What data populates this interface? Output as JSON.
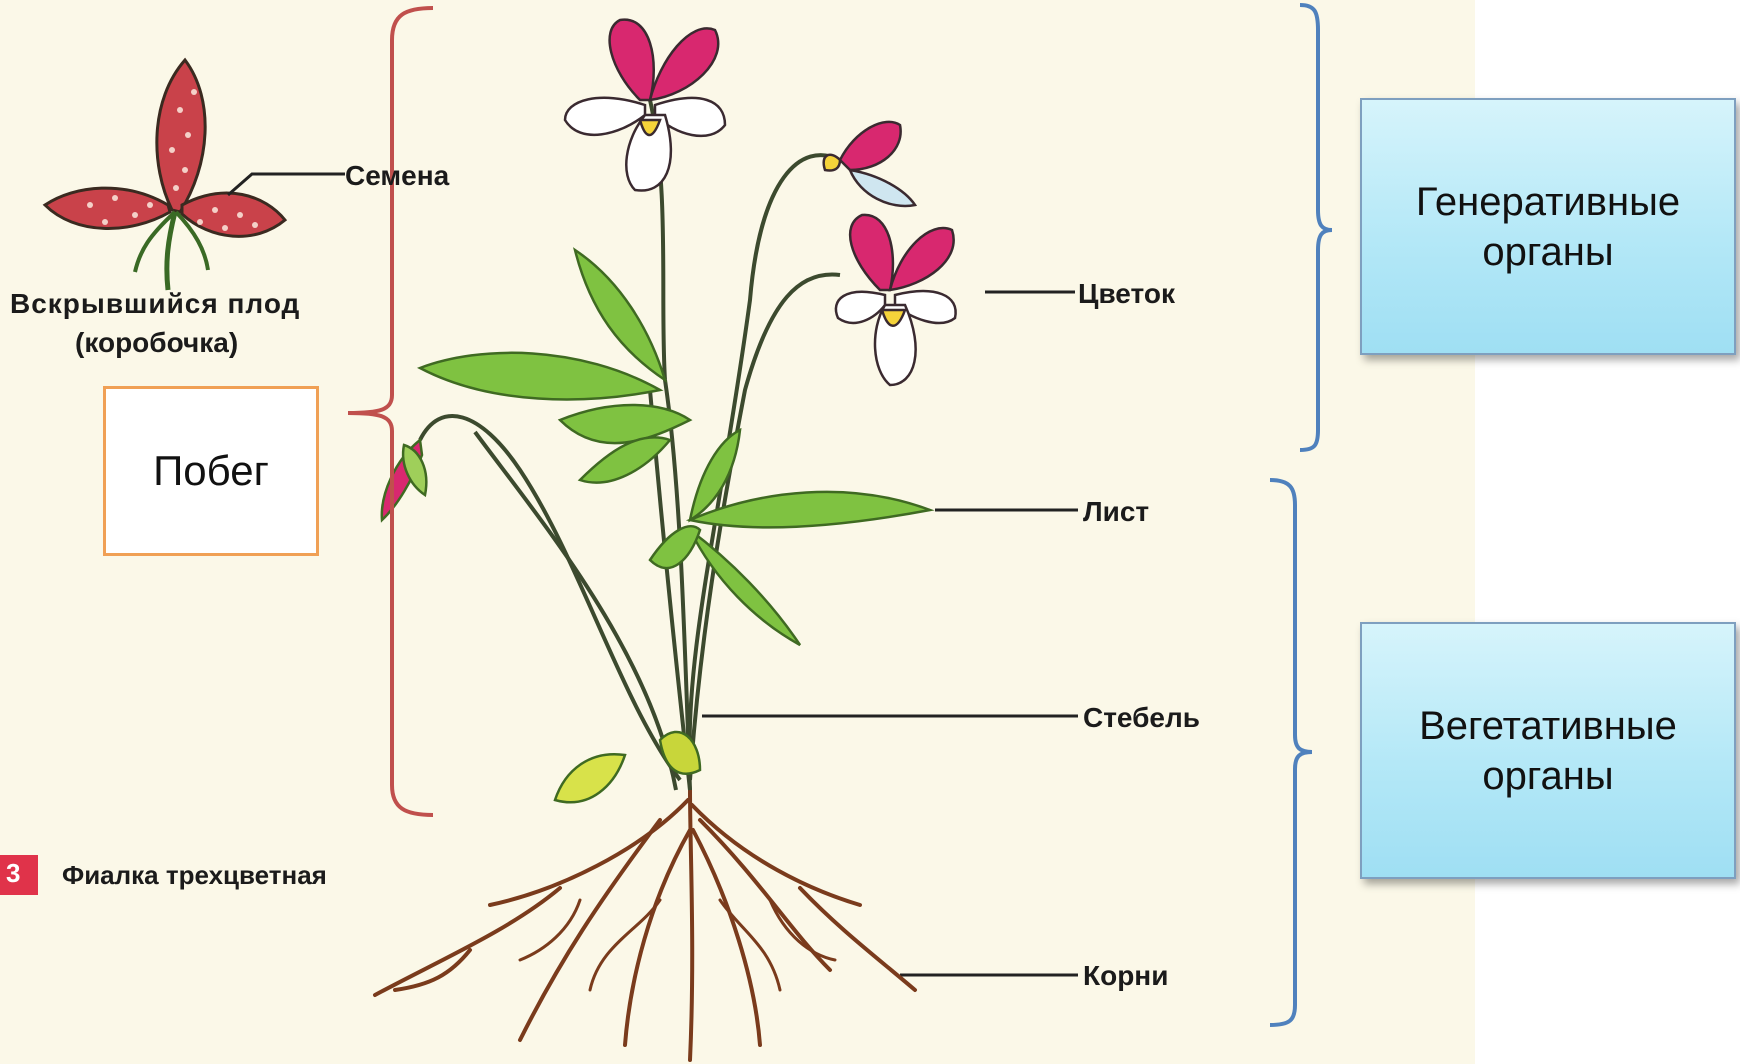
{
  "labels": {
    "seeds": "Семена",
    "fruit_line1": "Вскрывшийся плод",
    "fruit_line2": "(коробочка)",
    "flower": "Цветок",
    "leaf": "Лист",
    "stem": "Стебель",
    "roots": "Корни",
    "figure_number": "3",
    "caption": "Фиалка трехцветная"
  },
  "boxes": {
    "shoot": "Побег",
    "generative_line1": "Генеративные",
    "generative_line2": "органы",
    "vegetative_line1": "Вегетативные",
    "vegetative_line2": "органы"
  },
  "colors": {
    "page_background": "#fbf8e8",
    "shoot_bracket": "#c0504d",
    "organ_bracket": "#4f81bd",
    "shoot_box_border": "#f0a055",
    "organ_box_fill": "#b4e8f7",
    "flower_petal": "#d8286f",
    "leaf": "#7fc241",
    "fruit": "#c9424a",
    "root": "#7a3b1c",
    "figure_marker": "#e0334a"
  }
}
